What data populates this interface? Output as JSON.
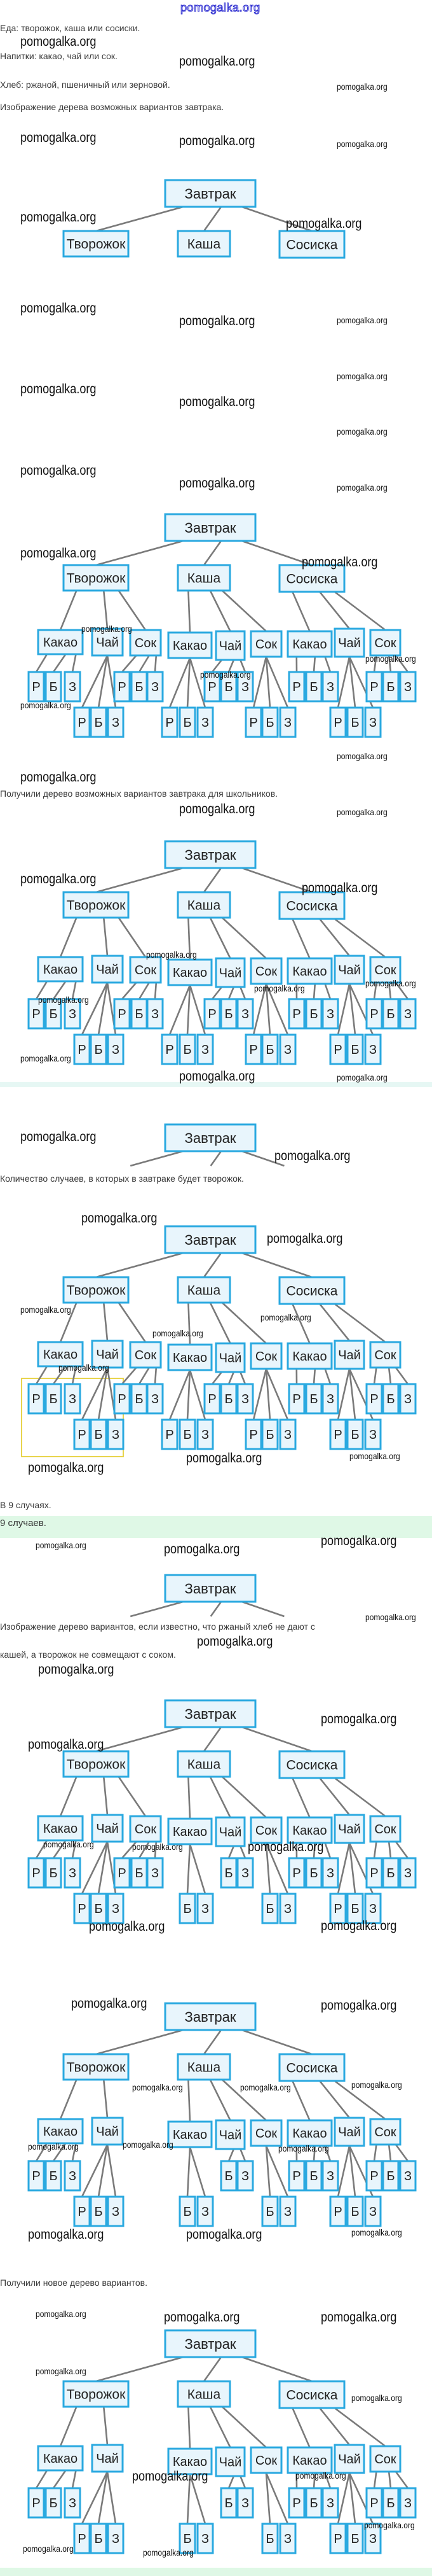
{
  "site_logo": "pomogalka.org",
  "watermark": "pomogalka.org",
  "paragraphs": {
    "food": "Еда: творожок, каша или сосиски.",
    "drinks": "Напитки: какао, чай или сок.",
    "bread": "Хлеб: ржаной, пшеничный или зерновой.",
    "tree_intro": "Изображение дерева возможных вариантов завтрака.",
    "tree_result": "Получили дерево возможных вариантов завтрака для школьников.",
    "count_question": "Количество случаев, в которых в завтраке будет творожок.",
    "count_result": "В 9 случаях.",
    "restriction_line1": "Изображение дерево вариантов, если известно, что ржаный хлеб не дают с",
    "restriction_line2": "кашей, а творожок не совмещают с соком.",
    "new_tree": "Получили новое дерево вариантов."
  },
  "answer": "9 случаев.",
  "trees": [
    {
      "root": "Завтрак",
      "foods": [
        {
          "label": "Творожок",
          "drinks": []
        },
        {
          "label": "Каша",
          "drinks": []
        },
        {
          "label": "Сосиска",
          "drinks": []
        }
      ]
    },
    {
      "root": "Завтрак",
      "foods": [
        {
          "label": "Творожок",
          "drinks": [
            {
              "label": "Какао",
              "breads": [
                "Р",
                "Б",
                "З"
              ]
            },
            {
              "label": "Чай",
              "breads": [
                "Р",
                "Б",
                "З"
              ]
            },
            {
              "label": "Сок",
              "breads": [
                "Р",
                "Б",
                "З"
              ]
            }
          ]
        },
        {
          "label": "Каша",
          "drinks": [
            {
              "label": "Какао",
              "breads": [
                "Р",
                "Б",
                "З"
              ]
            },
            {
              "label": "Чай",
              "breads": [
                "Р",
                "Б",
                "З"
              ]
            },
            {
              "label": "Сок",
              "breads": [
                "Р",
                "Б",
                "З"
              ]
            }
          ]
        },
        {
          "label": "Сосиска",
          "drinks": [
            {
              "label": "Какао",
              "breads": [
                "Р",
                "Б",
                "З"
              ]
            },
            {
              "label": "Чай",
              "breads": [
                "Р",
                "Б",
                "З"
              ]
            },
            {
              "label": "Сок",
              "breads": [
                "Р",
                "Б",
                "З"
              ]
            }
          ]
        }
      ]
    },
    {
      "root": "Завтрак",
      "foods": [
        {
          "label": "Творожок",
          "drinks": [
            {
              "label": "Какао",
              "breads": [
                "Р",
                "Б",
                "З"
              ]
            },
            {
              "label": "Чай",
              "breads": [
                "Р",
                "Б",
                "З"
              ]
            },
            {
              "label": "Сок",
              "breads": [
                "Р",
                "Б",
                "З"
              ]
            }
          ]
        },
        {
          "label": "Каша",
          "drinks": [
            {
              "label": "Какао",
              "breads": [
                "Р",
                "Б",
                "З"
              ]
            },
            {
              "label": "Чай",
              "breads": [
                "Р",
                "Б",
                "З"
              ]
            },
            {
              "label": "Сок",
              "breads": [
                "Р",
                "Б",
                "З"
              ]
            }
          ]
        },
        {
          "label": "Сосиска",
          "drinks": [
            {
              "label": "Какао",
              "breads": [
                "Р",
                "Б",
                "З"
              ]
            },
            {
              "label": "Чай",
              "breads": [
                "Р",
                "Б",
                "З"
              ]
            },
            {
              "label": "Сок",
              "breads": [
                "Р",
                "Б",
                "З"
              ]
            }
          ]
        }
      ]
    },
    {
      "root": "Завтрак"
    },
    {
      "root": "Завтрак",
      "foods": [
        {
          "label": "Творожок",
          "drinks": [
            {
              "label": "Какао",
              "breads": [
                "Р",
                "Б",
                "З"
              ]
            },
            {
              "label": "Чай",
              "breads": [
                "Р",
                "Б",
                "З"
              ]
            },
            {
              "label": "Сок",
              "breads": [
                "Р",
                "Б",
                "З"
              ]
            }
          ]
        },
        {
          "label": "Каша",
          "drinks": [
            {
              "label": "Какао",
              "breads": [
                "Р",
                "Б",
                "З"
              ]
            },
            {
              "label": "Чай",
              "breads": [
                "Р",
                "Б",
                "З"
              ]
            },
            {
              "label": "Сок",
              "breads": [
                "Р",
                "Б",
                "З"
              ]
            }
          ]
        },
        {
          "label": "Сосиска",
          "drinks": [
            {
              "label": "Какао",
              "breads": [
                "Р",
                "Б",
                "З"
              ]
            },
            {
              "label": "Чай",
              "breads": [
                "Р",
                "Б",
                "З"
              ]
            },
            {
              "label": "Сок",
              "breads": [
                "Р",
                "Б",
                "З"
              ]
            }
          ]
        }
      ]
    },
    {
      "root": "Завтрак"
    },
    {
      "root": "Завтрак",
      "foods": [
        {
          "label": "Творожок",
          "drinks": [
            {
              "label": "Какао",
              "breads": [
                "Р",
                "Б",
                "З"
              ]
            },
            {
              "label": "Чай",
              "breads": [
                "Р",
                "Б",
                "З"
              ]
            },
            {
              "label": "Сок",
              "breads": [
                "Р",
                "Б",
                "З"
              ]
            }
          ]
        },
        {
          "label": "Каша",
          "drinks": [
            {
              "label": "Какао",
              "breads": [
                "Б",
                "З"
              ]
            },
            {
              "label": "Чай",
              "breads": [
                "Б",
                "З"
              ]
            },
            {
              "label": "Сок",
              "breads": [
                "Б",
                "З"
              ]
            }
          ]
        },
        {
          "label": "Сосиска",
          "drinks": [
            {
              "label": "Какао",
              "breads": [
                "Р",
                "Б",
                "З"
              ]
            },
            {
              "label": "Чай",
              "breads": [
                "Р",
                "Б",
                "З"
              ]
            },
            {
              "label": "Сок",
              "breads": [
                "Р",
                "Б",
                "З"
              ]
            }
          ]
        }
      ]
    },
    {
      "root": "Завтрак",
      "foods": [
        {
          "label": "Творожок",
          "drinks": [
            {
              "label": "Какао",
              "breads": [
                "Р",
                "Б",
                "З"
              ]
            },
            {
              "label": "Чай",
              "breads": [
                "Р",
                "Б",
                "З"
              ]
            }
          ]
        },
        {
          "label": "Каша",
          "drinks": [
            {
              "label": "Какао",
              "breads": [
                "Б",
                "З"
              ]
            },
            {
              "label": "Чай",
              "breads": [
                "Б",
                "З"
              ]
            },
            {
              "label": "Сок",
              "breads": [
                "Б",
                "З"
              ]
            }
          ]
        },
        {
          "label": "Сосиска",
          "drinks": [
            {
              "label": "Какао",
              "breads": [
                "Р",
                "Б",
                "З"
              ]
            },
            {
              "label": "Чай",
              "breads": [
                "Р",
                "Б",
                "З"
              ]
            },
            {
              "label": "Сок",
              "breads": [
                "Р",
                "Б",
                "З"
              ]
            }
          ]
        }
      ]
    },
    {
      "root": "Завтрак",
      "foods": [
        {
          "label": "Творожок",
          "drinks": [
            {
              "label": "Какао",
              "breads": [
                "Р",
                "Б",
                "З"
              ]
            },
            {
              "label": "Чай",
              "breads": [
                "Р",
                "Б",
                "З"
              ]
            }
          ]
        },
        {
          "label": "Каша",
          "drinks": [
            {
              "label": "Какао",
              "breads": [
                "Б",
                "З"
              ]
            },
            {
              "label": "Чай",
              "breads": [
                "Б",
                "З"
              ]
            },
            {
              "label": "Сок",
              "breads": [
                "Б",
                "З"
              ]
            }
          ]
        },
        {
          "label": "Сосиска",
          "drinks": [
            {
              "label": "Какао",
              "breads": [
                "Р",
                "Б",
                "З"
              ]
            },
            {
              "label": "Чай",
              "breads": [
                "Р",
                "Б",
                "З"
              ]
            },
            {
              "label": "Сок",
              "breads": [
                "Р",
                "Б",
                "З"
              ]
            }
          ]
        }
      ]
    }
  ]
}
